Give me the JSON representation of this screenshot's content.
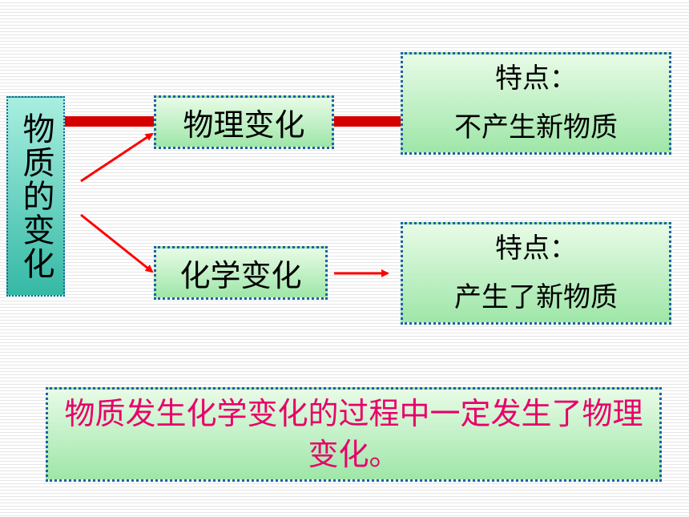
{
  "root": {
    "label": "物质的变化"
  },
  "physical": {
    "label": "物理变化",
    "feature_title": "特点：",
    "feature_text": "不产生新物质"
  },
  "chemical": {
    "label": "化学变化",
    "feature_title": "特点：",
    "feature_text": "产生了新物质"
  },
  "conclusion": {
    "text": "物质发生化学变化的过程中一定发生了物理变化。"
  },
  "colors": {
    "connector": "#d40000",
    "arrow": "#ff0000",
    "conclusion_text": "#e8006a",
    "border": "#1f5fa6"
  }
}
